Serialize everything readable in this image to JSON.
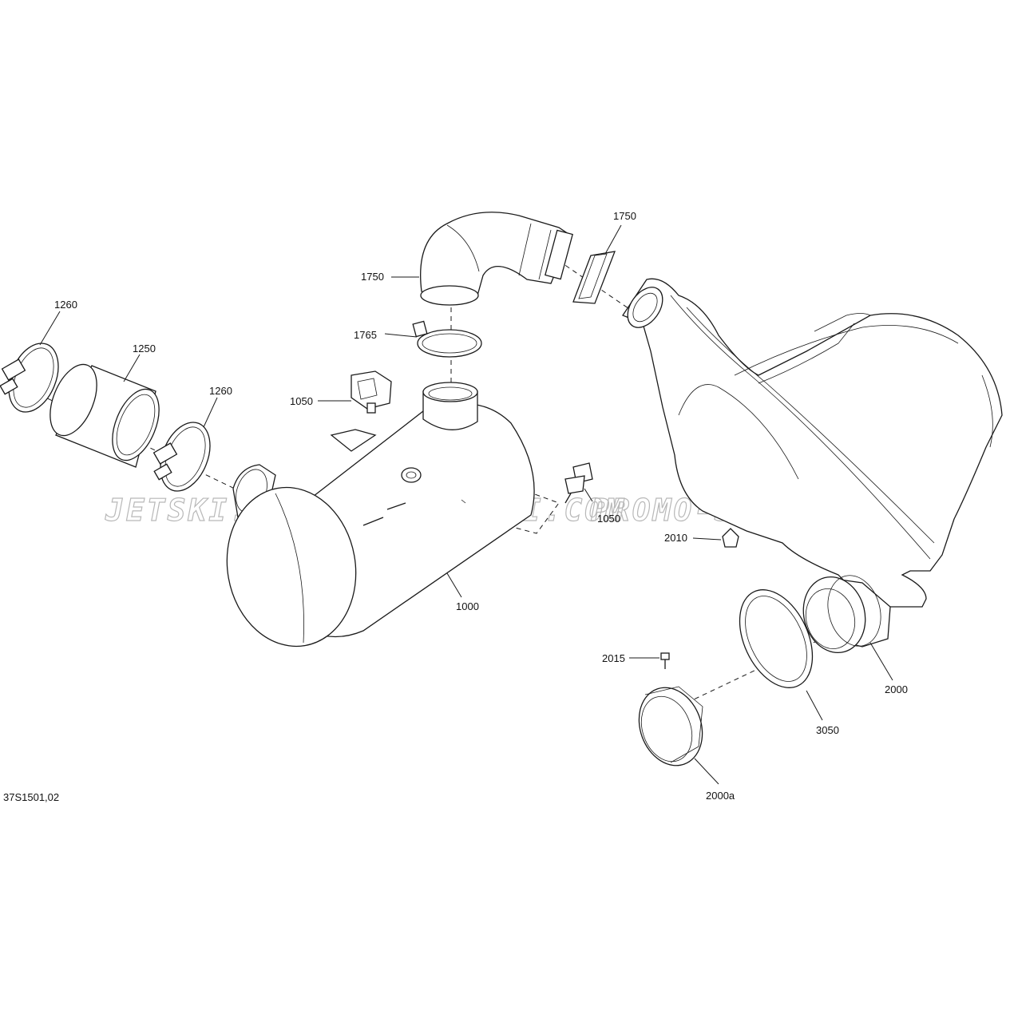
{
  "diagram": {
    "reference_code": "37S1501,02",
    "watermark": {
      "segments": [
        "JETSKI.COM",
        "PROMO-JETSKI.COM",
        "PROMO-JETSKI.COM"
      ]
    },
    "callouts": {
      "c1260a": "1260",
      "c1250": "1250",
      "c1260b": "1260",
      "c1750a": "1750",
      "c1750b": "1750",
      "c1765": "1765",
      "c1050a": "1050",
      "c1050b": "1050",
      "c1000": "1000",
      "c2010": "2010",
      "c2015": "2015",
      "c2000": "2000",
      "c3050": "3050",
      "c2000a": "2000a"
    }
  }
}
